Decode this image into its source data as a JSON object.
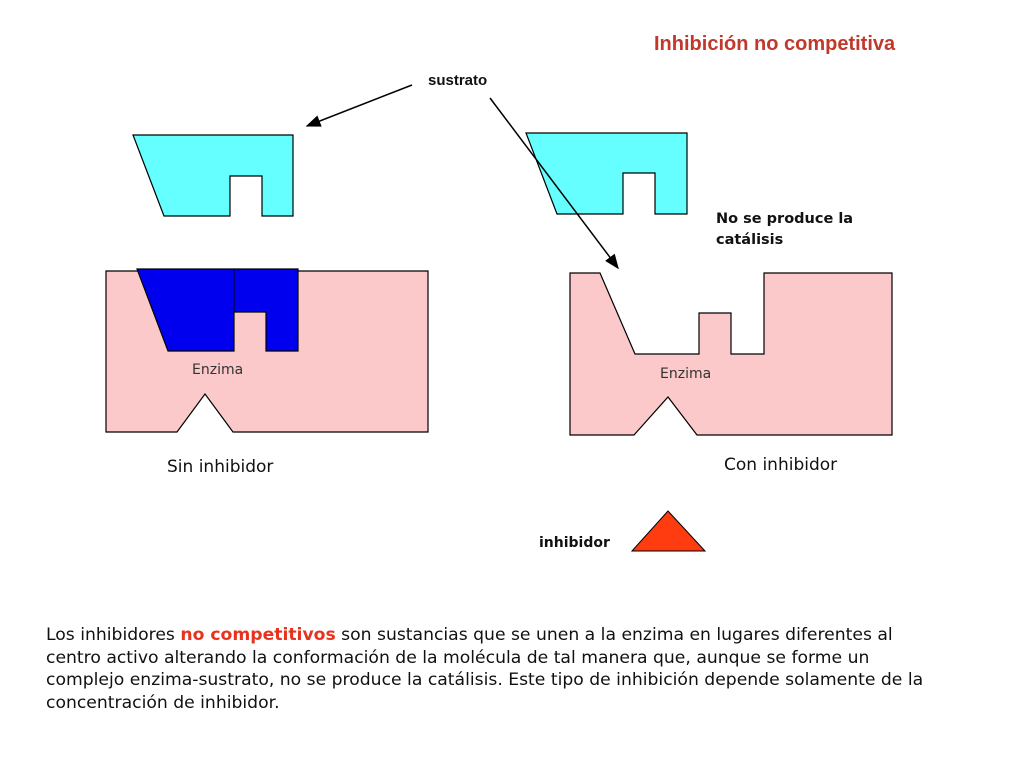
{
  "title": "Inhibición no competitiva",
  "labels": {
    "sustrato": "sustrato",
    "no_catalisis_line1": "No se produce la",
    "no_catalisis_line2": "catálisis",
    "enzima_left": "Enzima",
    "enzima_right": "Enzima",
    "sin_inhibidor": "Sin inhibidor",
    "con_inhibidor": "Con inhibidor",
    "inhibidor": "inhibidor"
  },
  "paragraph": {
    "before": "Los inhibidores ",
    "highlight": "no competitivos",
    "after": " son sustancias que se unen a la enzima en lugares diferentes al centro activo alterando la conformación de la molécula de tal manera que, aunque se forme un complejo enzima-sustrato, no se produce la catálisis. Este tipo de inhibición depende solamente de la concentración de inhibidor."
  },
  "colors": {
    "substrate": "#66ffff",
    "substrate_bound": "#0000ee",
    "enzyme": "#fbc9c9",
    "inhibitor": "#ff3b10",
    "title": "#c0392b",
    "highlight": "#e8321e"
  }
}
